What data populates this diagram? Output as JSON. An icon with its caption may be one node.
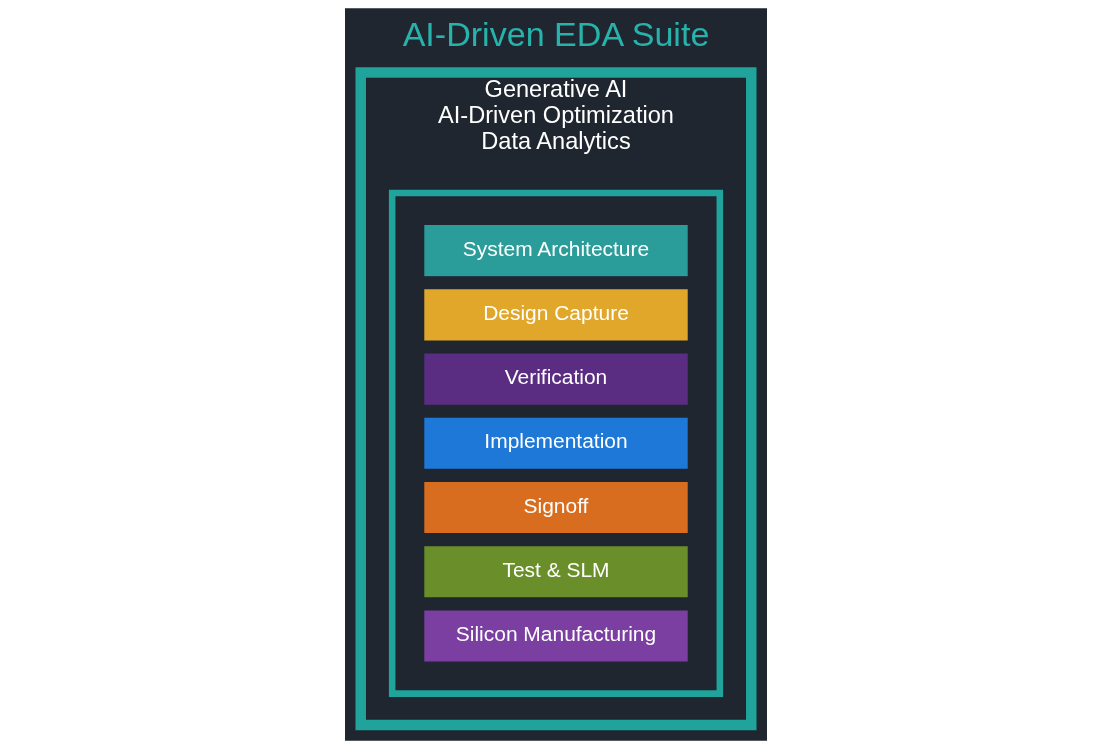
{
  "diagram": {
    "title": "AI-Driven EDA Suite",
    "nodes": [
      {
        "text": [
          "Generative AI",
          "AI-Driven Optimization",
          "Data Analytics"
        ]
      },
      {
        "text": [],
        "shape": "box",
        "in": 0
      },
      {
        "text": [
          "System Architecture"
        ],
        "in": 1
      },
      {
        "text": [
          "Design Capture"
        ],
        "in": 1
      },
      {
        "text": [
          "Verification"
        ],
        "in": 1
      },
      {
        "text": [
          "Implementation"
        ],
        "in": 1
      },
      {
        "text": [
          "Signoff"
        ],
        "in": 1
      },
      {
        "text": [
          "Test & SLM"
        ],
        "in": 1
      },
      {
        "text": [
          "Silicon Manufacturing"
        ],
        "in": 1
      }
    ]
  }
}
